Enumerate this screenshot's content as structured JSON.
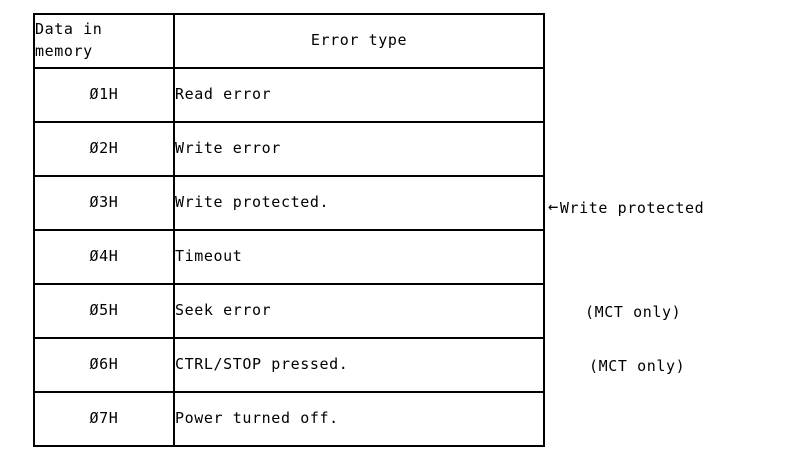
{
  "table": {
    "headers": {
      "code_column": "Data in\nmemory",
      "type_column": "Error type"
    },
    "rows": [
      {
        "code": "Ø1H",
        "type": "Read error"
      },
      {
        "code": "Ø2H",
        "type": "Write error"
      },
      {
        "code": "Ø3H",
        "type": "Write protected."
      },
      {
        "code": "Ø4H",
        "type": "Timeout"
      },
      {
        "code": "Ø5H",
        "type": "Seek error"
      },
      {
        "code": "Ø6H",
        "type": "CTRL/STOP pressed."
      },
      {
        "code": "Ø7H",
        "type": "Power turned off."
      }
    ]
  },
  "annotations": {
    "write_protected": {
      "arrow": "←",
      "label": "Write protected"
    },
    "mct_seek": "(MCT only)",
    "mct_ctrl": "(MCT only)"
  },
  "colors": {
    "ink": "#000000",
    "paper": "#ffffff"
  }
}
